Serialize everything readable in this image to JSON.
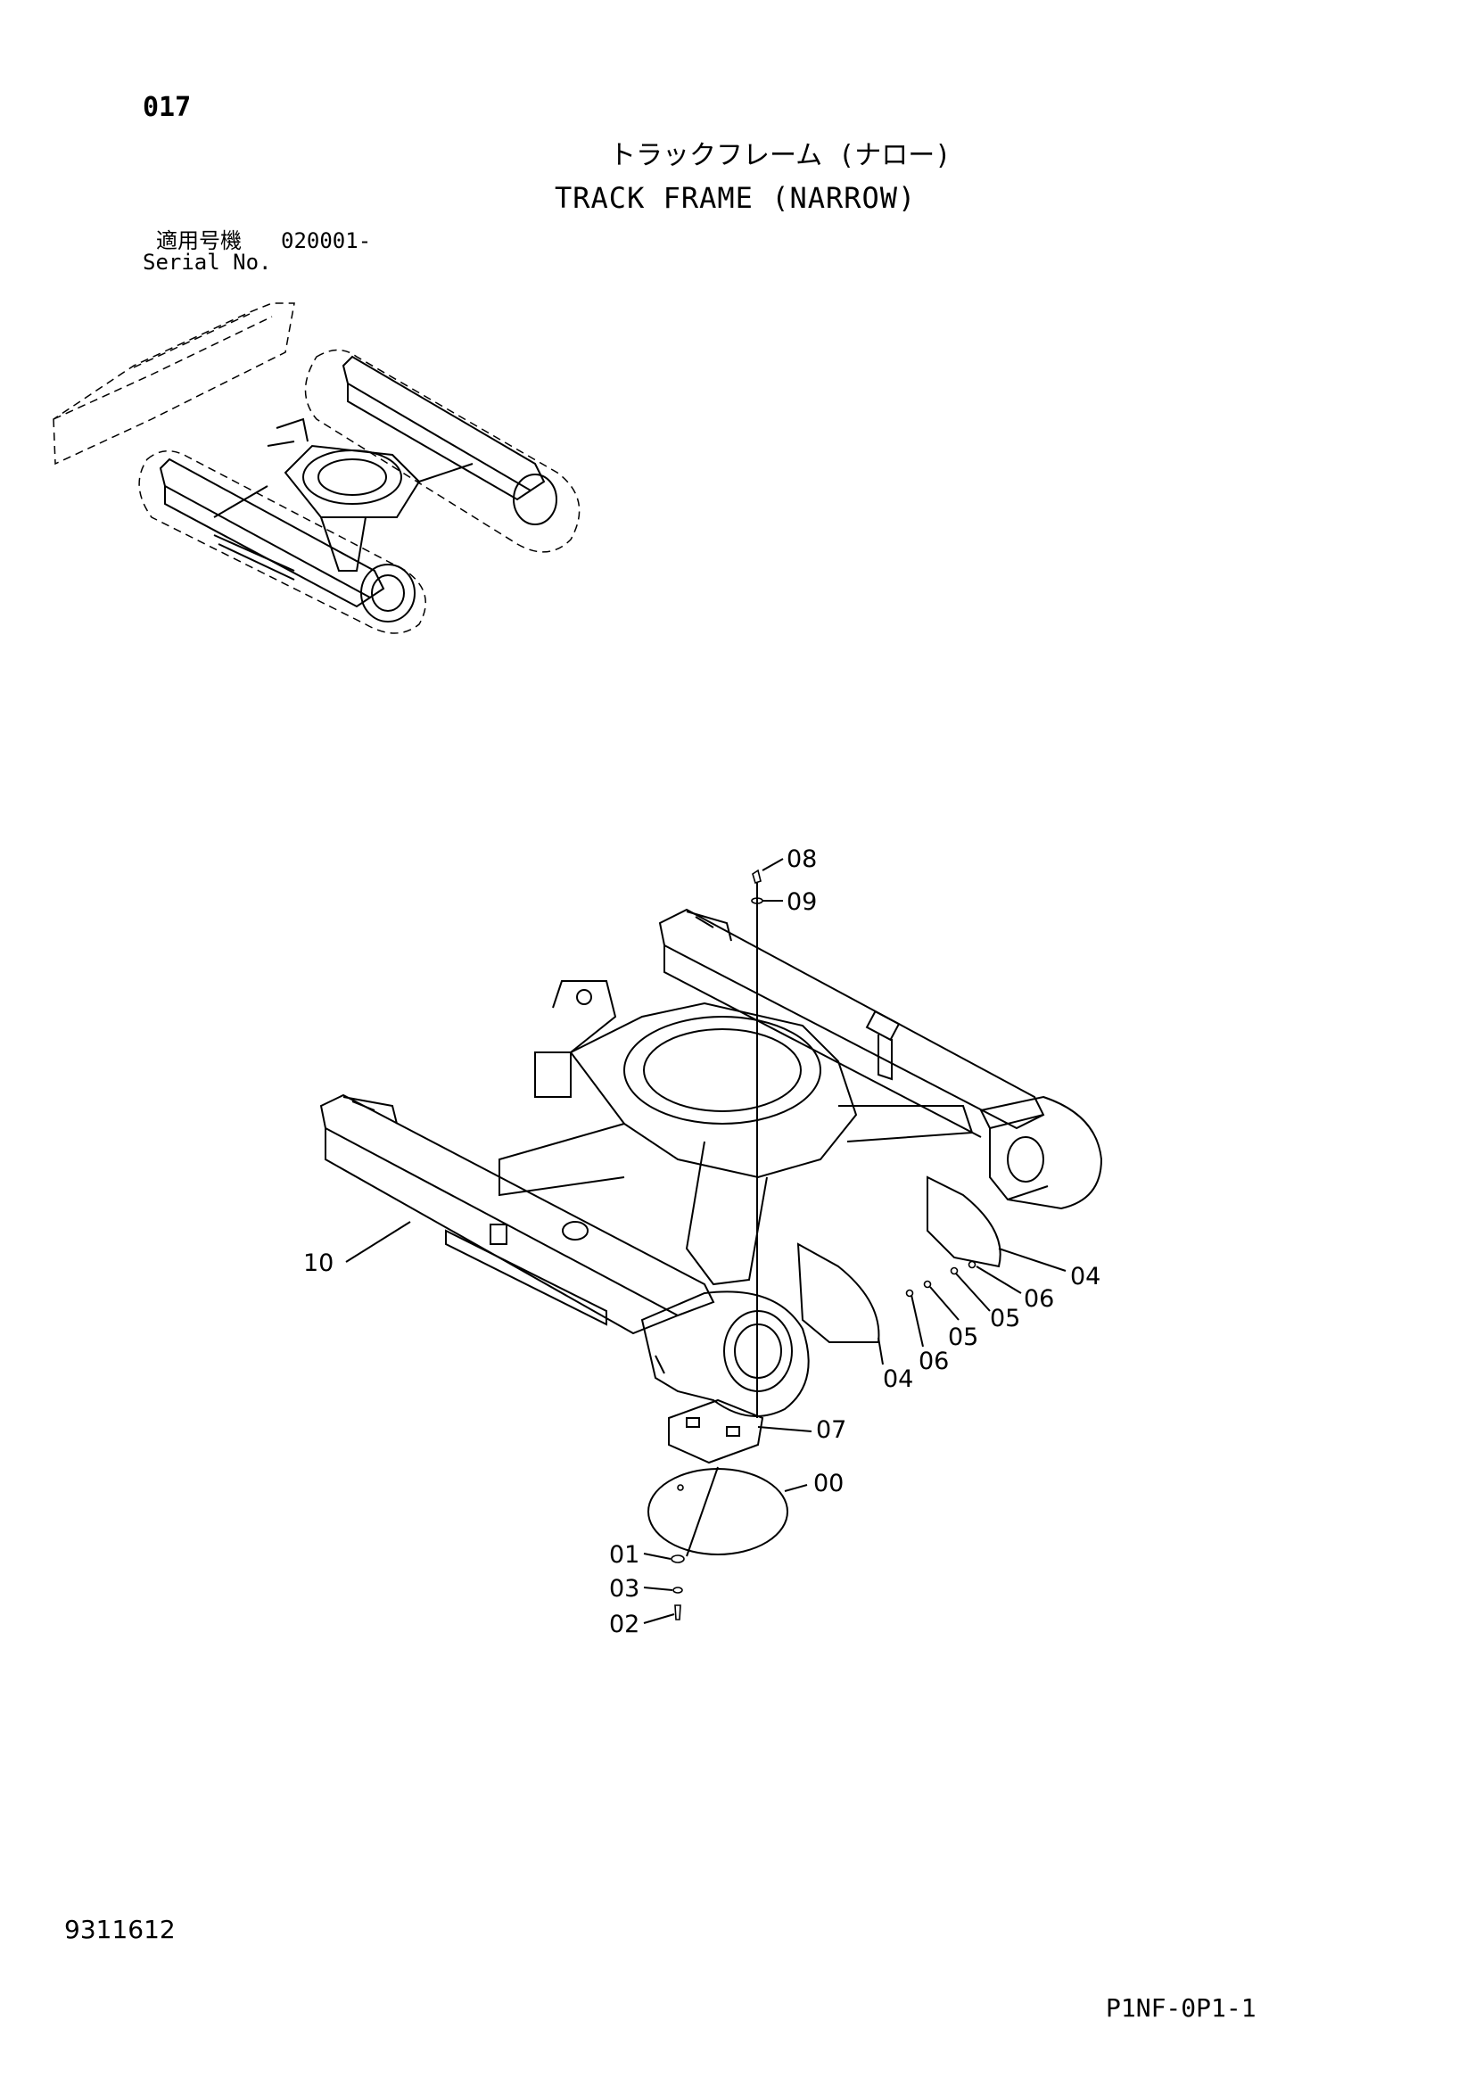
{
  "header": {
    "page_number": "017",
    "title_jp": "トラックフレーム (ナロー)",
    "title_en": "TRACK FRAME (NARROW)",
    "serial_label_jp": "適用号機",
    "serial_value": "020001-",
    "serial_label_en": "Serial No."
  },
  "callouts": [
    "08",
    "09",
    "10",
    "04",
    "06",
    "05",
    "06",
    "04",
    "05",
    "07",
    "00",
    "01",
    "03",
    "02"
  ],
  "footer": {
    "doc_number": "9311612",
    "page_code": "P1NF-0P1-1"
  }
}
